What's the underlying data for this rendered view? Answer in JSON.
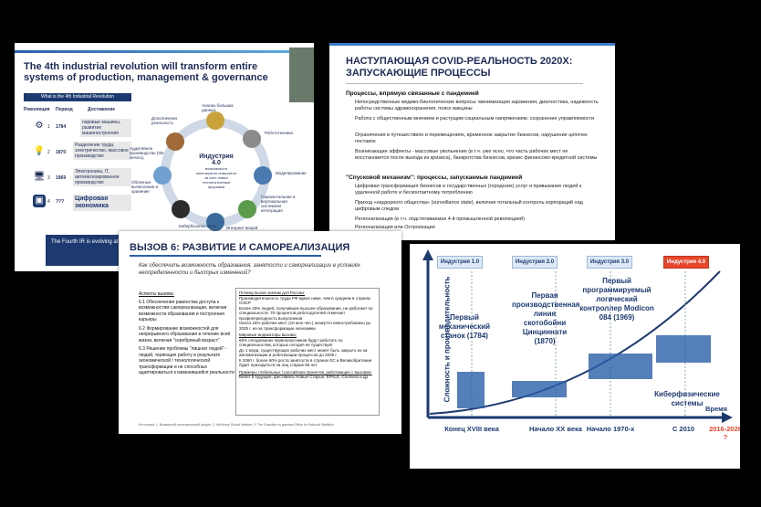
{
  "slide1": {
    "title": "The 4th industrial revolution will transform entire systems of production, management & governance",
    "table_header": "What is the 4th Industrial Revolution",
    "columns": [
      "Революция",
      "Период",
      "Достижение"
    ],
    "rows": [
      {
        "num": "1",
        "year": "1784",
        "achievement": "паровые машины, развитие машиностроения"
      },
      {
        "num": "2",
        "year": "1870",
        "achievement": "Разделение труда, электричество, массовое производство"
      },
      {
        "num": "3",
        "year": "1969",
        "achievement": "Электроника, IT, автоматизированное производство"
      },
      {
        "num": "4",
        "year": "???",
        "achievement": "Цифровая экономика"
      }
    ],
    "center_title": "Индустрия 4.0",
    "center_sub": "возможности многократно повысятся за счёт новых технологических прорывов",
    "ring_labels": [
      "Анализ больших данных",
      "Робототехника",
      "Моделирование",
      "Горизонтальная и вертикальная системная интеграция",
      "Интернет вещей",
      "Кибербезопасность",
      "Облачные вычисления и хранение",
      "Аддитивное производство (3D-печать)",
      "Дополненная реальность"
    ],
    "footer": "The Fourth IR is evolving at a… The breadth & depth of these…"
  },
  "slide2": {
    "title": "НАСТУПАЮЩАЯ COVID-РЕАЛЬНОСТЬ 2020Х: ЗАПУСКАЮЩИЕ ПРОЦЕССЫ",
    "section1": "Процессы, впрямую связанные с пандемией",
    "items1": [
      "Непосредственные медико-биологические вопросы: минимизация заражения, диагностика, надежность работы системы здравоохранения, поиск вакцины",
      "Работа с общественным мнением и растущим социальным напряжением, сохранение управляемости",
      "Ограничения в путешествиях и перемещениях, временное закрытие бизнесов, нарушение цепочек поставок",
      "Возникающие эффекты - массовые увольнения (в т.ч. уже ясно, что часть рабочих мест не восстановится после выхода из кризиса), банкротства бизнесов, кризис финансово-кредитной системы"
    ],
    "section2": "\"Спусковой механизм\": процессы, запускаемые пандемией",
    "items2": [
      "Цифровая трансформация бизнесов и государственных (городских) услуг и привыкание людей к удаленной работе и бесконтактному потреблению",
      "Приход «надзорного общества» (surveillance state), включая тотальный контроль корпораций над цифровым следом",
      "Регионализация (в т.ч. подстегиваемая 4-й промышленной революцией)",
      "Регионализация или Остроизация"
    ]
  },
  "slide3": {
    "title": "ВЫЗОВ 6: РАЗВИТИЕ И САМОРЕАЛИЗАЦИЯ",
    "question": "Как обеспечить возможность образования, занятости и самореализации в условиях неопределенности и быстрых изменений?",
    "left_head": "Аспекты вызова:",
    "left_items": [
      "6.1 Обеспечение равенства доступа к возможностям самореализации, включая возможности образования и построения карьеры",
      "6.2 Формирование возможностей для непрерывного образования в течение всей жизни, включая \"серебряный возраст\"",
      "6.3 Решение проблемы \"лишних людей\" - людей, теряющих работу в результате экономической / технологической трансформации и не способных адаптироваться к изменившейся реальности"
    ],
    "right_head": "Почему вызов значим для России:",
    "right_items": [
      "Производительность труда РФ вдвое ниже, чем в среднем в странах ОЭСР",
      "Более 40% людей, получивших высшее образование, не работают по специальности; 70 процентов работодателей отмечают профнепригодность выпускников",
      "Около 15% рабочих мест (10 млн чел.) окажутся невостребованы до 2025 г. из-за трансформации экономики",
      "Мировые индикаторы вызова:",
      "65% сегодняшних первоклассников будут работать по специальностям, которых сегодня не существует",
      "До 1 млрд. существующих рабочих мест может быть закрыто из-за автоматизации и роботизации процессов до 2035 г.",
      "К 2060 г. более 60% роста занятости в странах ЕС и Великобритании будет приходиться на лиц старше 65 лет",
      "Примеры глобальных / российских проектов, работающих с вызовом:",
      "Билет в будущее, фестиваль Новые Старые, EPALE, Coursera и др."
    ],
    "source": "Источники: 1. Всемирный экономический форум; 2. McKinsey Global Institute; 3. The Guardian по данным Office for National Statistics"
  },
  "slide4": {
    "y_label": "Сложность и производительность",
    "x_label": "Время",
    "industries": [
      "Индустрия 1.0",
      "Индустрия 2.0",
      "Индустрия 3.0",
      "Индустрия 4.0"
    ],
    "captions": [
      "Первый механический станок (1784)",
      "Первая производственная линия скотобойни Цинциннати (1870)",
      "Первый программируемый логический контроллер Modicon 084 (1969)",
      "Киберфизические системы"
    ],
    "periods": [
      "Конец XVIII века",
      "Начало XX века",
      "Начало 1970-х",
      "С 2010",
      "2016-2026 ?"
    ],
    "accent": "#e8452b"
  }
}
